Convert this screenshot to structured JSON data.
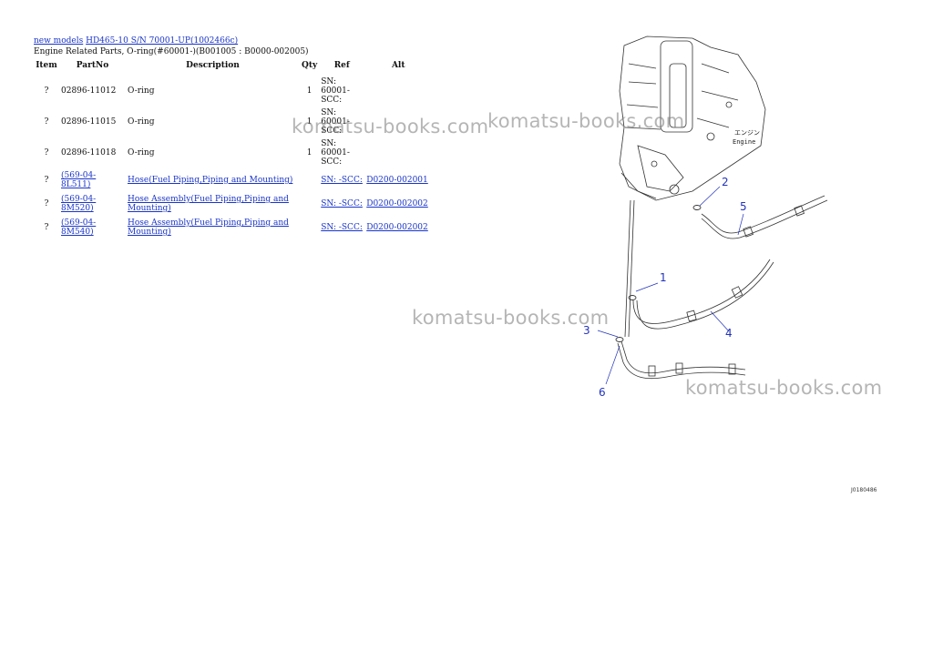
{
  "breadcrumb": {
    "link1": "new models",
    "link2": "HD465-10 S/N 70001-UP(1002466c)"
  },
  "subtitle": "Engine Related Parts, O-ring(#60001-)(B001005 : B0000-002005)",
  "table": {
    "headers": {
      "item": "Item",
      "partno": "PartNo",
      "description": "Description",
      "qty": "Qty",
      "ref": "Ref",
      "alt": "Alt"
    },
    "rows": [
      {
        "item": "?",
        "partno": "02896-11012",
        "description": "O-ring",
        "qty": "1",
        "ref": "SN: 60001-SCC:",
        "alt": ""
      },
      {
        "item": "?",
        "partno": "02896-11015",
        "description": "O-ring",
        "qty": "1",
        "ref": "SN: 60001-SCC:",
        "alt": ""
      },
      {
        "item": "?",
        "partno": "02896-11018",
        "description": "O-ring",
        "qty": "1",
        "ref": "SN: 60001-SCC:",
        "alt": ""
      },
      {
        "item": "?",
        "partno": "(569-04-8L511)",
        "description": "Hose(Fuel Piping,Piping and Mounting)",
        "qty": "",
        "ref": "SN: -SCC:",
        "alt": "D0200-002001"
      },
      {
        "item": "?",
        "partno": "(569-04-8M520)",
        "description": "Hose Assembly(Fuel Piping,Piping and Mounting)",
        "qty": "",
        "ref": "SN: -SCC:",
        "alt": "D0200-002002"
      },
      {
        "item": "?",
        "partno": "(569-04-8M540)",
        "description": "Hose Assembly(Fuel Piping,Piping and Mounting)",
        "qty": "",
        "ref": "SN: -SCC:",
        "alt": "D0200-002002"
      }
    ]
  },
  "watermark": "komatsu-books.com",
  "diagram": {
    "engine_label_jp": "エンジン",
    "engine_label_en": "Engine",
    "callouts": [
      "1",
      "2",
      "3",
      "4",
      "5",
      "6"
    ],
    "figure_number": "J0180486"
  }
}
